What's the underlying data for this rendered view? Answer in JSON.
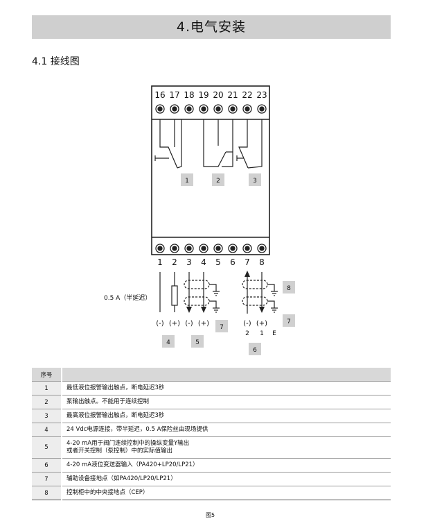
{
  "header": {
    "title": "4.电气安装"
  },
  "section": {
    "title": "4.1 接线图"
  },
  "diagram": {
    "top_terminals": [
      "16",
      "17",
      "18",
      "19",
      "20",
      "21",
      "22",
      "23"
    ],
    "bottom_terminals": [
      "1",
      "2",
      "3",
      "4",
      "5",
      "6",
      "7",
      "8"
    ],
    "contact_labels": [
      "1",
      "2",
      "3"
    ],
    "fuse_label": "0.5 A（半延迟）",
    "polarity_left": [
      "(-)",
      "(+)",
      "(-)",
      "(+)"
    ],
    "polarity_right": [
      "(-)",
      "(+)"
    ],
    "transmitter_marks": [
      "2",
      "1",
      "E"
    ],
    "group_labels": {
      "supply": "4",
      "outputs": "5",
      "ground_mid": "7",
      "ground_top": "8",
      "ground_bottom": "7",
      "transmitter": "6"
    }
  },
  "table": {
    "header": {
      "num": "序号",
      "desc": ""
    },
    "rows": [
      {
        "num": "1",
        "desc": "最低液位报警输出触点，断电延迟3秒"
      },
      {
        "num": "2",
        "desc": "泵输出触点。不能用于连续控制"
      },
      {
        "num": "3",
        "desc": "最高液位报警输出触点，断电延迟3秒"
      },
      {
        "num": "4",
        "desc": "24 Vdc电源连接，带半延迟，0.5 A保险丝由现场提供"
      },
      {
        "num": "5",
        "desc": "4-20 mA用于阀门连续控制中的操纵变量Y输出",
        "desc2": "或者开关控制（泵控制）中的实际值输出"
      },
      {
        "num": "6",
        "desc": "4-20 mA液位变送器输入（PA420+LP20/LP21）"
      },
      {
        "num": "7",
        "desc": "辅助设备接地点（如PA420/LP20/LP21）"
      },
      {
        "num": "8",
        "desc": "控制柜中的中央接地点（CEP）"
      }
    ]
  },
  "figure": {
    "caption": "图5"
  }
}
